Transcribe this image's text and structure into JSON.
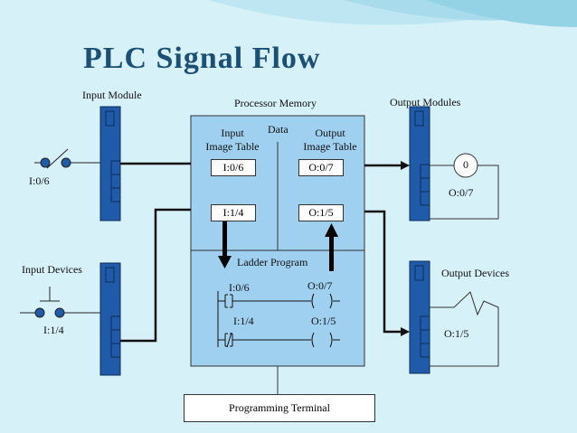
{
  "title": "PLC  Signal  Flow",
  "labels": {
    "input_module": "Input Module",
    "processor_memory": "Processor Memory",
    "output_modules": "Output Modules",
    "data": "Data",
    "input_image_table_l1": "Input",
    "input_image_table_l2": "Image Table",
    "output_image_table_l1": "Output",
    "output_image_table_l2": "Image Table",
    "ladder_program": "Ladder Program",
    "input_devices": "Input Devices",
    "output_devices": "Output Devices",
    "programming_terminal": "Programming Terminal"
  },
  "addresses": {
    "i06_device": "I:0/6",
    "i14_device": "I:1/4",
    "o07_device": "O:0/7",
    "o15_device": "O:1/5",
    "i06_table": "I:0/6",
    "o07_table": "O:0/7",
    "i14_table": "I:1/4",
    "o15_table": "O:1/5",
    "i06_ladder": "I:0/6",
    "o07_ladder": "O:0/7",
    "i14_ladder": "I:1/4",
    "o15_ladder": "O:1/5",
    "pilot_light": "0"
  },
  "colors": {
    "background": "#d7f1f8",
    "title": "#1b4f73",
    "module": "#1f5ba8",
    "processor": "#9fd0ef"
  }
}
